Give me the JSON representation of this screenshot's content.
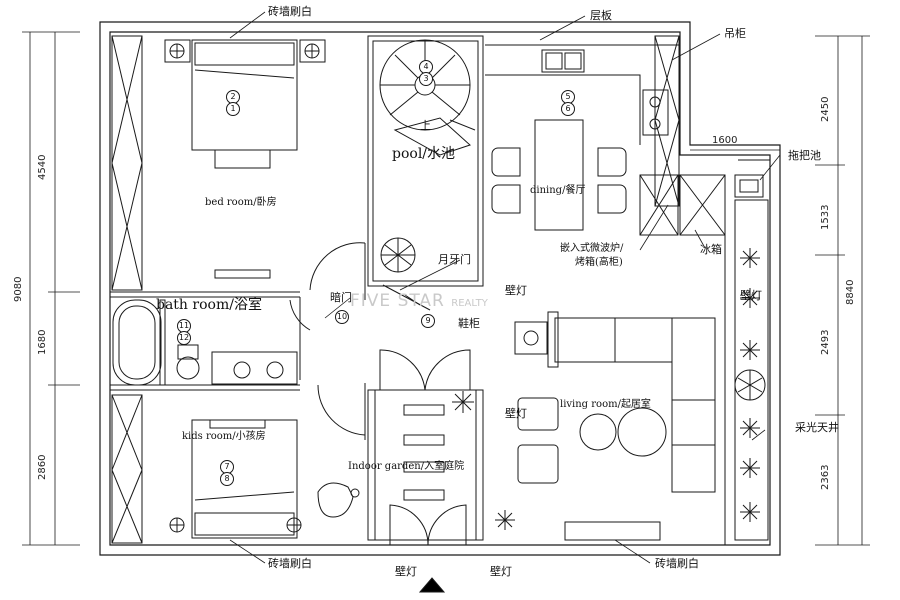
{
  "labels": {
    "brick_wall_top": "砖墙刷白",
    "shelf": "层板",
    "hanging_cabinet": "吊柜",
    "mop_sink": "拖把池",
    "dim_1600": "1600",
    "pool": "pool/水池",
    "pool_upper": "上",
    "bedroom": "bed room/卧房",
    "dining": "dining/餐厅",
    "microwave_line1": "嵌入式微波炉/",
    "microwave_line2": "烤箱(高柜)",
    "fridge": "冰箱",
    "moon_gate": "月牙门",
    "wall_lamp_1": "壁灯",
    "wall_lamp_2": "壁灯",
    "wall_lamp_3": "壁灯",
    "wall_lamp_4": "壁灯",
    "wall_lamp_5": "壁灯",
    "hidden_door": "暗门",
    "shoe_cabinet": "鞋柜",
    "bathroom": "bath room/浴室",
    "living_room": "living room/起居室",
    "skylight": "采光天井",
    "kids_room": "kids room/小孩房",
    "indoor_garden": "Indoor garden/入室庭院",
    "brick_wall_bottom_left": "砖墙刷白",
    "brick_wall_bottom_right": "砖墙刷白",
    "watermark_main": "FIVE STAR",
    "watermark_sub": "REALTY"
  },
  "dimensions_left": [
    "4540",
    "1680",
    "2860"
  ],
  "dimension_left_total": "9080",
  "dimensions_right": [
    "2450",
    "1533",
    "2493",
    "2363"
  ],
  "dimension_right_total": "8840",
  "circle_markers": [
    "2",
    "1",
    "4",
    "3",
    "5",
    "6",
    "11",
    "12",
    "7",
    "8",
    "9",
    "10"
  ],
  "colors": {
    "line": "#1a1a1a",
    "fill": "#ffffff",
    "watermark": "#c9c9c9"
  }
}
